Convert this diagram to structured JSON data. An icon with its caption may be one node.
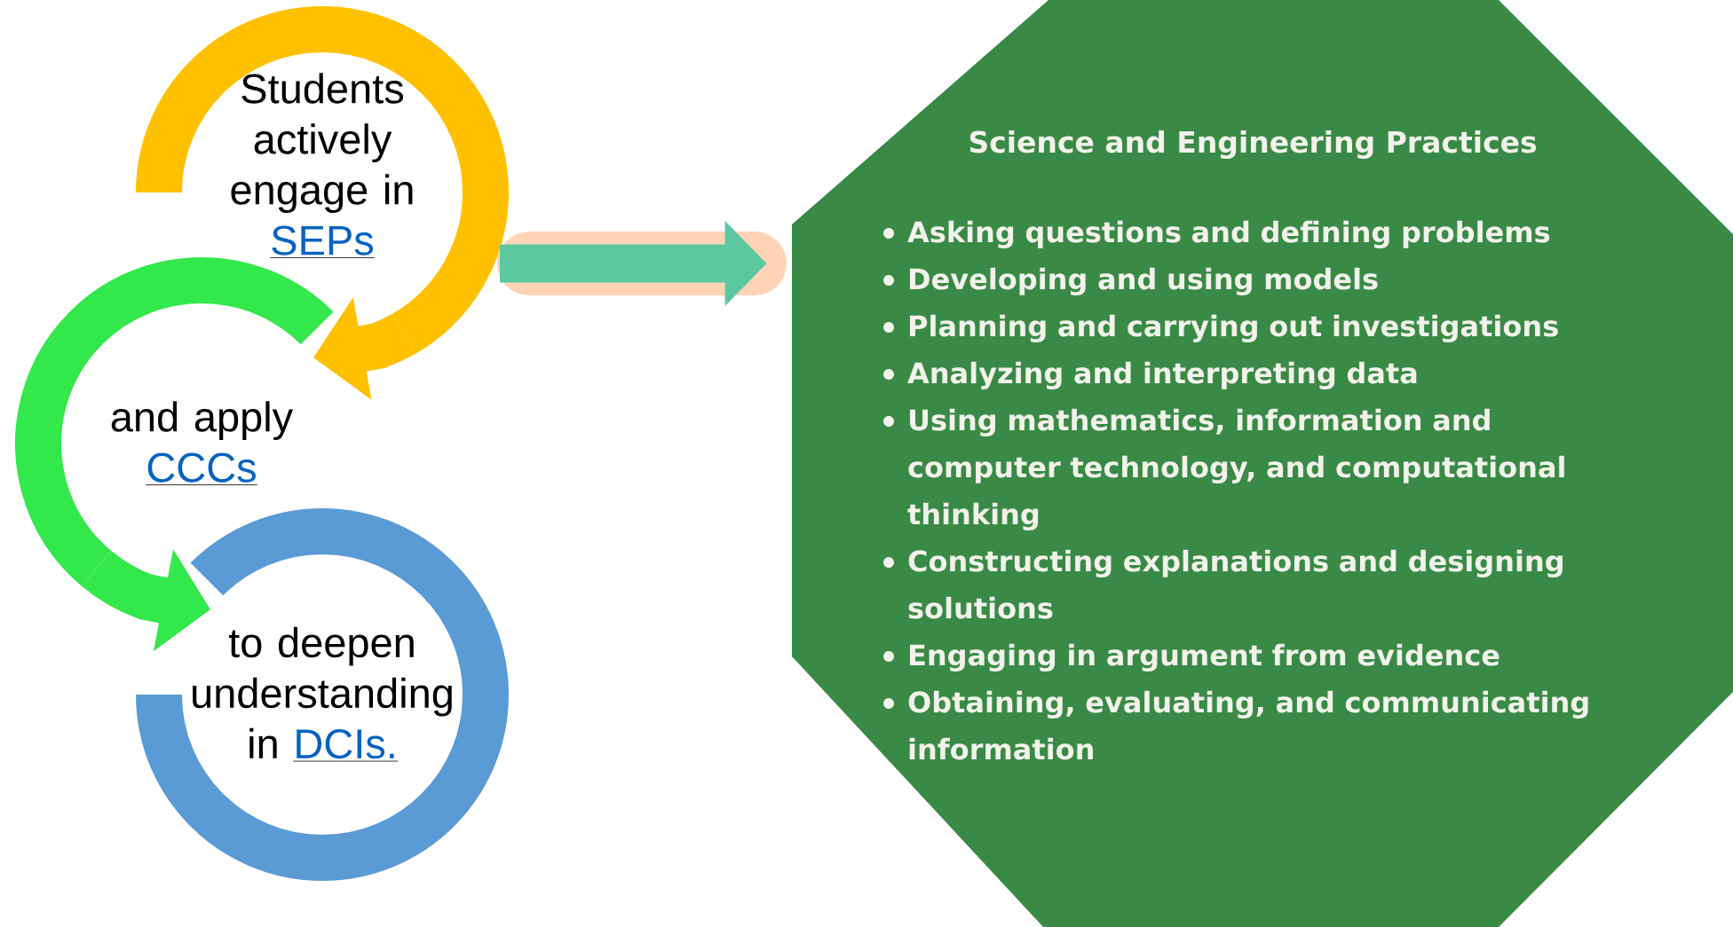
{
  "diagram": {
    "nodes": [
      {
        "text": [
          "Students actively engage in",
          "SEPs"
        ]
      },
      {
        "text": [
          "and apply",
          "CCCs"
        ]
      },
      {
        "text": [
          "to deepen understanding in",
          "DCIs."
        ]
      },
      {
        "text": [
          "Science and Engineering Practices",
          "Asking questions and defining problems",
          "Developing and using models",
          "Planning and carrying out investigations",
          "Analyzing and interpreting data",
          "Using mathematics, information and computer technology, and computational thinking",
          "Constructing explanations and designing solutions",
          "Engaging in argument from evidence",
          "Obtaining, evaluating, and communicating information"
        ]
      }
    ],
    "edges": [
      {
        "from": 0,
        "to": 1,
        "arrow": "to",
        "color": "#ffc000"
      },
      {
        "from": 1,
        "to": 2,
        "arrow": "to",
        "color": "#33e84a"
      },
      {
        "from": 0,
        "to": 3,
        "arrow": "to",
        "color": "#5bc8a0"
      }
    ]
  }
}
